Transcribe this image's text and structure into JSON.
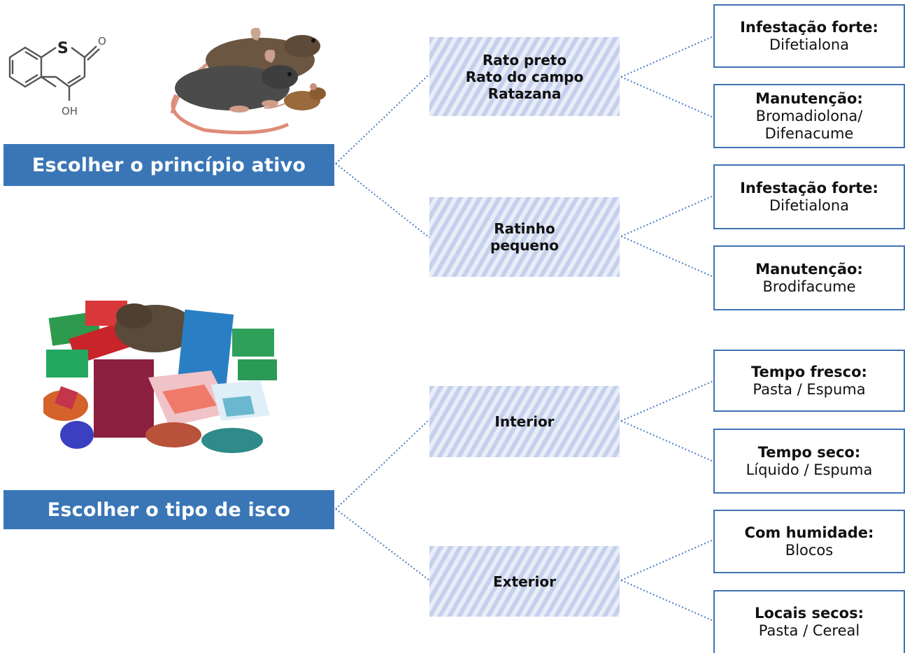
{
  "chemical": {
    "atom_s": "S",
    "atom_o": "O",
    "group_oh": "OH"
  },
  "sections": [
    {
      "title": "Escolher o princípio ativo",
      "groups": [
        {
          "label_lines": [
            "Rato preto",
            "Rato do campo",
            "Ratazana"
          ],
          "results": [
            {
              "title": "Infestação forte:",
              "lines": [
                "Difetialona"
              ]
            },
            {
              "title": "Manutenção:",
              "lines": [
                "Bromadiolona/",
                "Difenacume"
              ]
            }
          ]
        },
        {
          "label_lines": [
            "Ratinho",
            "pequeno"
          ],
          "results": [
            {
              "title": "Infestação forte:",
              "lines": [
                "Difetialona"
              ]
            },
            {
              "title": "Manutenção:",
              "lines": [
                "Brodifacume"
              ]
            }
          ]
        }
      ]
    },
    {
      "title": "Escolher o tipo de isco",
      "groups": [
        {
          "label_lines": [
            "Interior"
          ],
          "results": [
            {
              "title": "Tempo fresco:",
              "lines": [
                "Pasta / Espuma"
              ]
            },
            {
              "title": "Tempo seco:",
              "lines": [
                "Líquido / Espuma"
              ]
            }
          ]
        },
        {
          "label_lines": [
            "Exterior"
          ],
          "results": [
            {
              "title": "Com humidade:",
              "lines": [
                "Blocos"
              ]
            },
            {
              "title": "Locais secos:",
              "lines": [
                "Pasta / Cereal"
              ]
            }
          ]
        }
      ]
    }
  ],
  "colors": {
    "primary_blue": "#3a76b6",
    "box_border": "#3f73b4",
    "connector": "#4a7fc0",
    "stripe_dark": "#c5d0ec",
    "stripe_light": "#e8edf8"
  }
}
